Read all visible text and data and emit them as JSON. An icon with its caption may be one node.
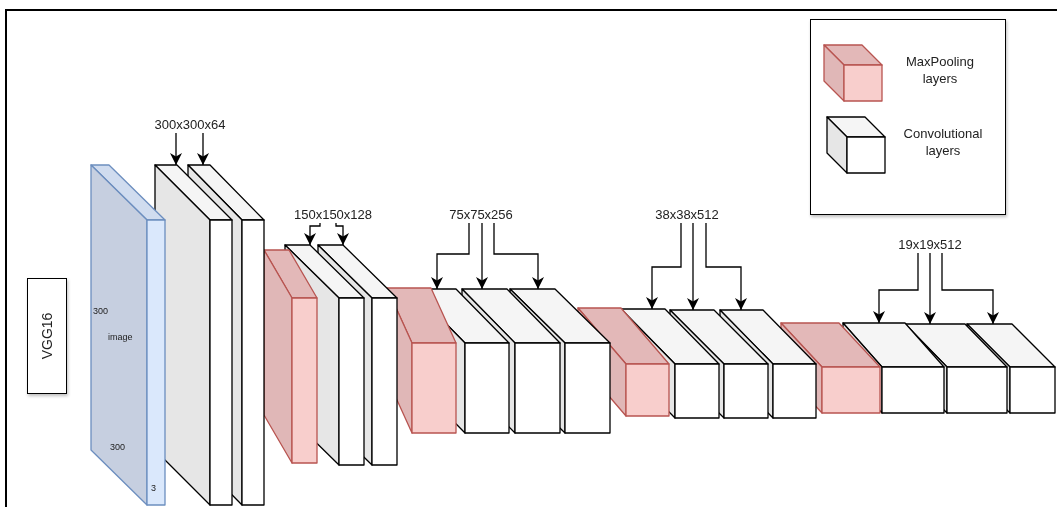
{
  "diagram": {
    "nodes": [
      {
        "text": [
          "VGG16"
        ]
      },
      {
        "text": [
          "300",
          "image",
          "300",
          "3"
        ]
      },
      {
        "text": [
          "300x300x64"
        ]
      },
      {
        "text": [],
        "shape": "box"
      },
      {
        "text": [],
        "shape": "box"
      },
      {
        "text": [],
        "shape": "box"
      },
      {
        "text": [
          "150x150x128"
        ]
      },
      {
        "text": [],
        "shape": "box"
      },
      {
        "text": [],
        "shape": "box"
      },
      {
        "text": [],
        "shape": "box"
      },
      {
        "text": [
          "75x75x256"
        ]
      },
      {
        "text": [],
        "shape": "box"
      },
      {
        "text": [],
        "shape": "box"
      },
      {
        "text": [],
        "shape": "box"
      },
      {
        "text": [],
        "shape": "box"
      },
      {
        "text": [
          "38x38x512"
        ]
      },
      {
        "text": [],
        "shape": "box"
      },
      {
        "text": [],
        "shape": "box"
      },
      {
        "text": [],
        "shape": "box"
      },
      {
        "text": [],
        "shape": "box"
      },
      {
        "text": [
          "19x19x512"
        ]
      },
      {
        "text": [],
        "shape": "box"
      },
      {
        "text": [],
        "shape": "box"
      },
      {
        "text": [],
        "shape": "box"
      }
    ],
    "edges": [
      {
        "from": 2,
        "to": 3,
        "arrow": "to"
      },
      {
        "from": 2,
        "to": 4,
        "arrow": "to"
      },
      {
        "from": 6,
        "to": 7,
        "arrow": "to"
      },
      {
        "from": 6,
        "to": 8,
        "arrow": "to"
      },
      {
        "from": 10,
        "to": 11,
        "arrow": "to"
      },
      {
        "from": 10,
        "to": 12,
        "arrow": "to"
      },
      {
        "from": 10,
        "to": 13,
        "arrow": "to"
      },
      {
        "from": 15,
        "to": 16,
        "arrow": "to"
      },
      {
        "from": 15,
        "to": 17,
        "arrow": "to"
      },
      {
        "from": 15,
        "to": 18,
        "arrow": "to"
      },
      {
        "from": 20,
        "to": 21,
        "arrow": "to"
      },
      {
        "from": 20,
        "to": 22,
        "arrow": "to"
      },
      {
        "from": 20,
        "to": 23,
        "arrow": "to"
      }
    ],
    "legend": [
      {
        "text": "MaxPooling layers"
      },
      {
        "text": "Convolutional layers"
      }
    ]
  }
}
